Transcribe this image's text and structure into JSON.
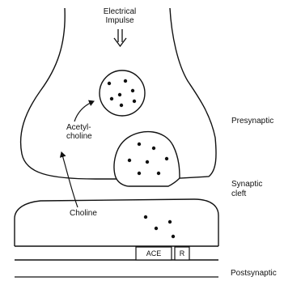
{
  "labels": {
    "impulse_line1": "Electrical",
    "impulse_line2": "Impulse",
    "acetyl_line1": "Acetyl-",
    "acetyl_line2": "choline",
    "choline": "Choline",
    "presynaptic": "Presynaptic",
    "cleft_line1": "Synaptic",
    "cleft_line2": "cleft",
    "postsynaptic": "Postsynaptic",
    "ace_box": "ACE",
    "r_box": "R"
  },
  "colors": {
    "ink": "#111111",
    "background": "#ffffff"
  }
}
